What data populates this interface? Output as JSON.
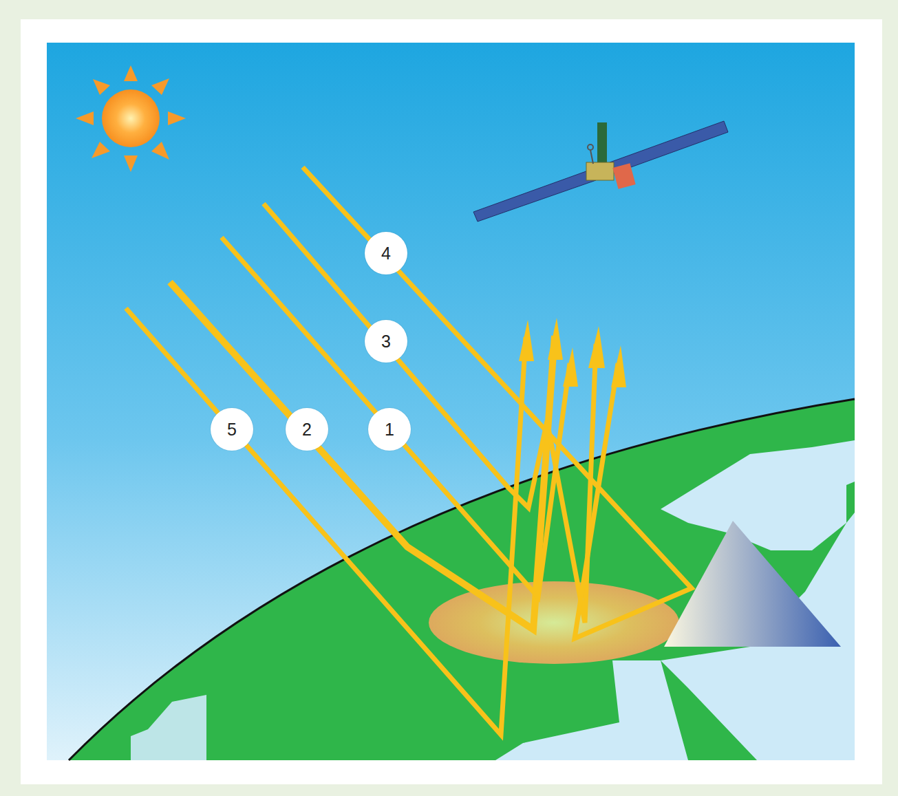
{
  "diagram": {
    "nodes": [
      {
        "text": [
          "4"
        ]
      },
      {
        "text": [
          "3"
        ]
      },
      {
        "text": [
          "5"
        ]
      },
      {
        "text": [
          "2"
        ]
      },
      {
        "text": [
          "1"
        ]
      }
    ]
  }
}
